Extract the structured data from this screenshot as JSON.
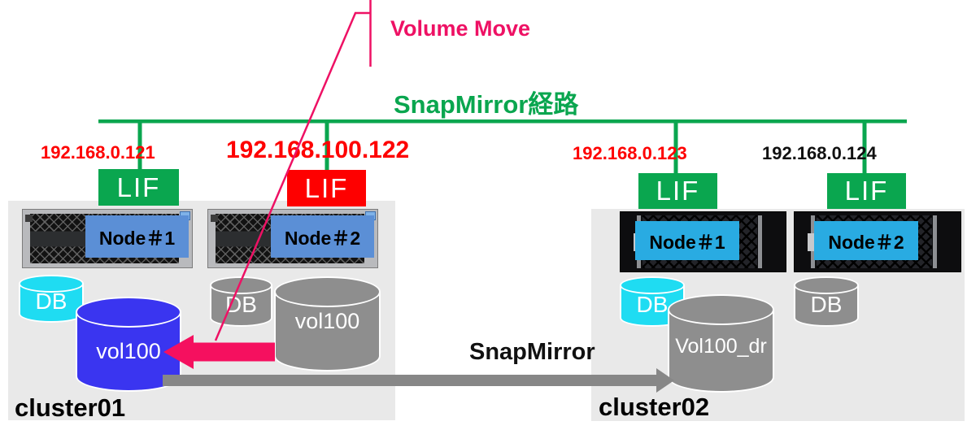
{
  "overlays": {
    "volume_move": {
      "label": "Volume Move",
      "color": "#ee1164"
    },
    "snapmirror_route": {
      "label": "SnapMirror経路",
      "color": "#0aa64f"
    },
    "snapmirror": {
      "label": "SnapMirror",
      "color": "#111111"
    }
  },
  "colors": {
    "green_line": "#0aa64f",
    "lif_green": "#0aa64f",
    "lif_red": "#fe0000",
    "ip_red": "#fe0000",
    "ip_black": "#111111",
    "pink_arrow": "#f5105f",
    "gray_arrow": "#878787",
    "blue_volume": "#3a35f0",
    "gray_volume": "#8e8e8e",
    "cyan_db": "#1fdcf2",
    "cluster_background": "#e9e9e9",
    "node_label_blue_cluster01": "#5b8fd6",
    "node_label_blue_cluster02": "#29abe2"
  },
  "clusters": [
    {
      "name": "cluster01",
      "nodes": [
        {
          "label": "Node＃1",
          "lif": {
            "label": "LIF",
            "box_color": "#0aa64f",
            "ip": "192.168.0.121",
            "ip_color": "#fe0000"
          },
          "db": {
            "label": "DB",
            "color": "#1fdcf2"
          }
        },
        {
          "label": "Node＃2",
          "lif": {
            "label": "LIF",
            "box_color": "#fe0000",
            "ip": "192.168.100.122",
            "ip_color": "#fe0000"
          },
          "db": {
            "label": "DB",
            "color": "#8e8e8e"
          }
        }
      ],
      "volumes": [
        {
          "label": "vol100",
          "color": "#3a35f0"
        },
        {
          "label": "vol100",
          "color": "#8e8e8e"
        }
      ]
    },
    {
      "name": "cluster02",
      "nodes": [
        {
          "label": "Node＃1",
          "lif": {
            "label": "LIF",
            "box_color": "#0aa64f",
            "ip": "192.168.0.123",
            "ip_color": "#fe0000"
          },
          "db": {
            "label": "DB",
            "color": "#1fdcf2"
          }
        },
        {
          "label": "Node＃2",
          "lif": {
            "label": "LIF",
            "box_color": "#0aa64f",
            "ip": "192.168.0.124",
            "ip_color": "#111111"
          },
          "db": {
            "label": "DB",
            "color": "#8e8e8e"
          }
        }
      ],
      "volumes": [
        {
          "label": "Vol100_dr",
          "color": "#8e8e8e"
        }
      ]
    }
  ]
}
